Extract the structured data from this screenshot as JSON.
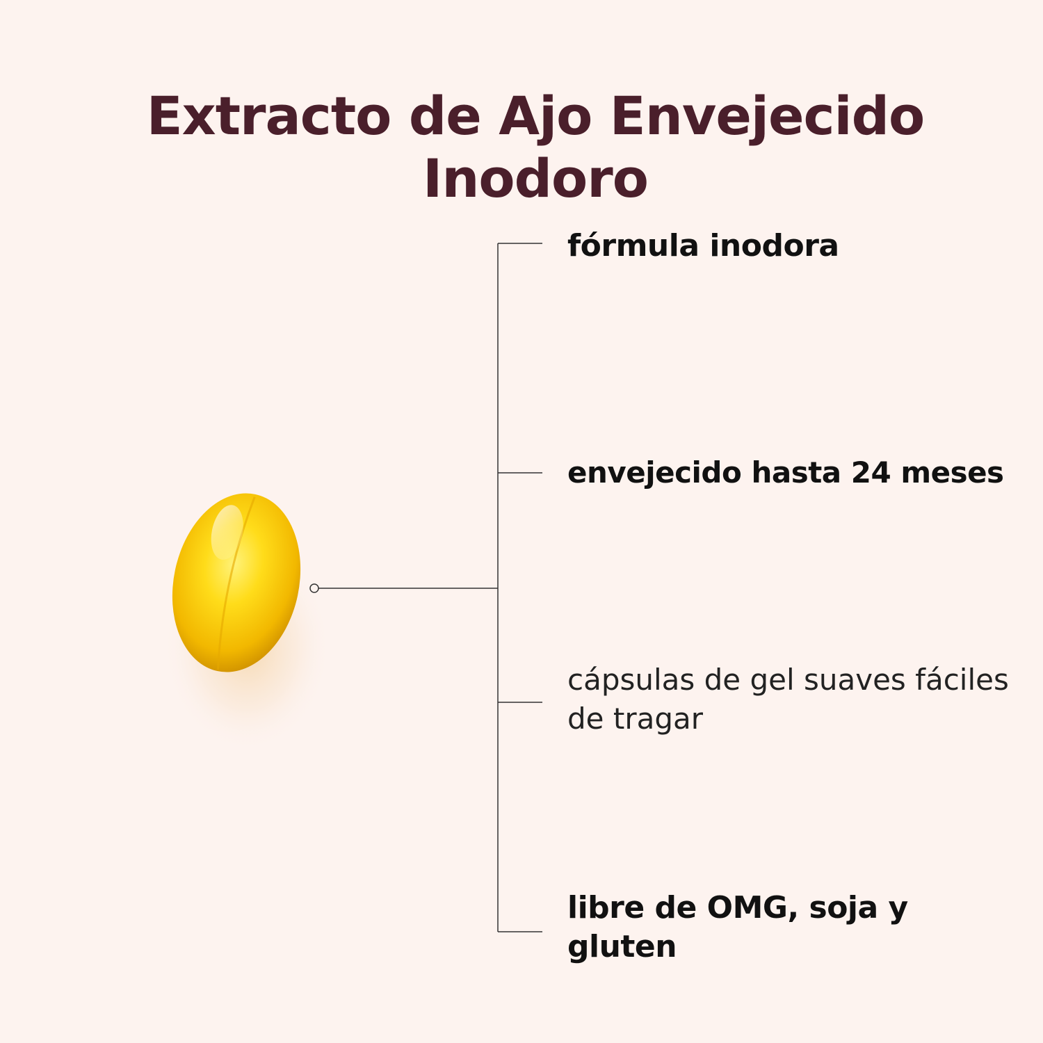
{
  "title": {
    "line1": "Extracto de Ajo Envejecido",
    "line2": "Inodoro"
  },
  "features": [
    {
      "text": "fórmula inodora",
      "weight": "bold"
    },
    {
      "text": "envejecido hasta 24 meses",
      "weight": "bold"
    },
    {
      "text": "cápsulas de gel suaves fáciles de tragar",
      "weight": "regular"
    },
    {
      "text": "libre de OMG, soja y gluten",
      "weight": "bold"
    }
  ],
  "colors": {
    "background": "#fdf3ef",
    "title": "#4a1f2b",
    "text": "#111111",
    "line": "#333333",
    "capsule": "#f5c400"
  },
  "icons": {
    "capsule": "softgel-capsule-image"
  }
}
